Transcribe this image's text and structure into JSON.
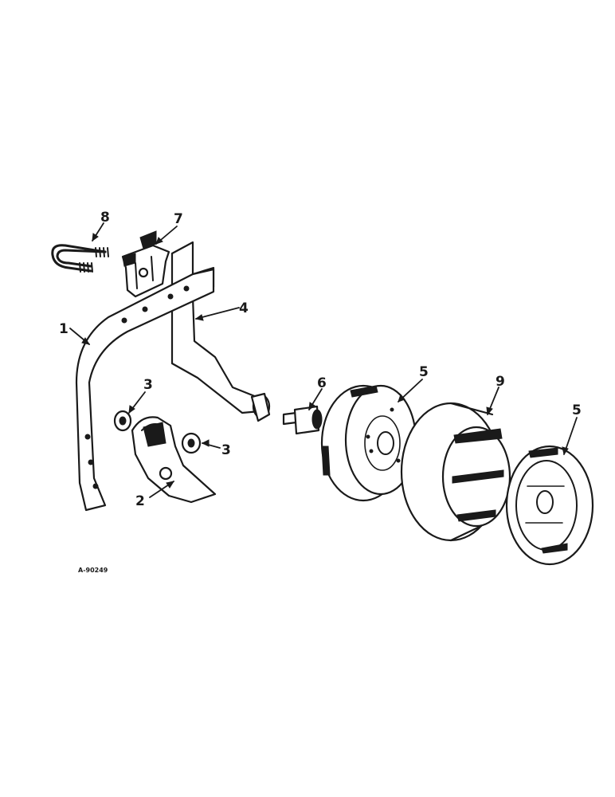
{
  "callouts": [
    {
      "id": "1",
      "label": "1"
    },
    {
      "id": "2",
      "label": "2"
    },
    {
      "id": "3a",
      "label": "3"
    },
    {
      "id": "3b",
      "label": "3"
    },
    {
      "id": "4",
      "label": "4"
    },
    {
      "id": "5a",
      "label": "5"
    },
    {
      "id": "5b",
      "label": "5"
    },
    {
      "id": "6",
      "label": "6"
    },
    {
      "id": "7",
      "label": "7"
    },
    {
      "id": "8",
      "label": "8"
    },
    {
      "id": "9",
      "label": "9"
    }
  ],
  "drawing_code": "A-90249",
  "colors": {
    "ink": "#1a1a1a",
    "paper": "#ffffff"
  }
}
